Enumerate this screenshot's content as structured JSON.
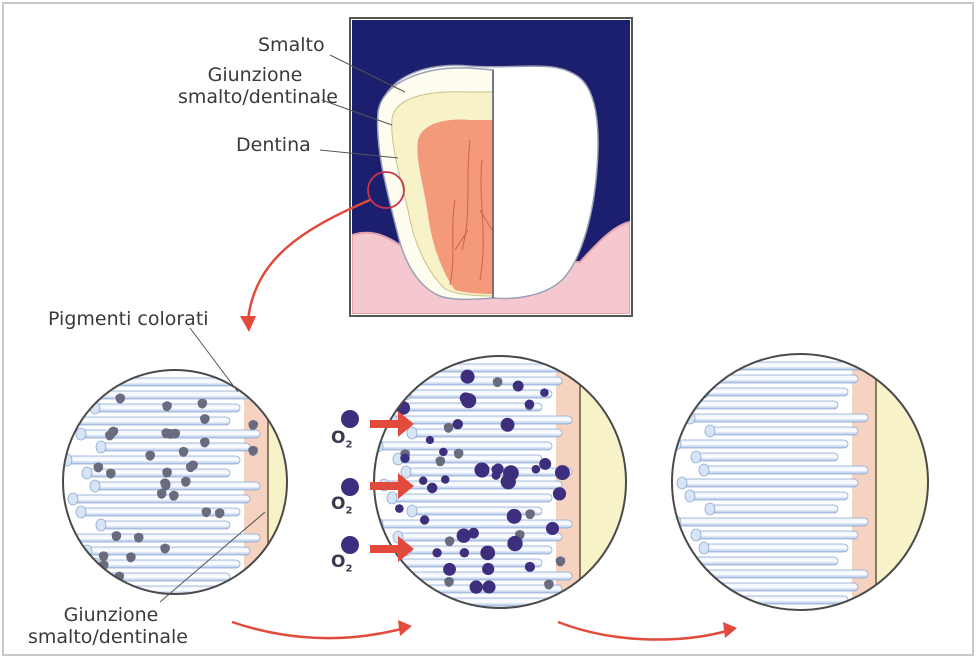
{
  "labels": {
    "smalto": "Smalto",
    "giunzione_top_1": "Giunzione",
    "giunzione_top_2": "smalto/dentinale",
    "dentina": "Dentina",
    "pigmenti": "Pigmenti colorati",
    "giunzione_bottom_1": "Giunzione",
    "giunzione_bottom_2": "smalto/dentinale"
  },
  "oxygen": {
    "symbol": "O",
    "subscript": "2"
  },
  "colors": {
    "background_navy": "#1c1e6e",
    "enamel": "#fffdf0",
    "dentin": "#f7f2c8",
    "pulp": "#f49a7a",
    "gum": "#f5c8cf",
    "tooth_white": "#ffffff",
    "junction_band": "#f6d2c0",
    "rod_blue": "#c9daf0",
    "pigment": "#6b6b80",
    "oxygen": "#3d2f7d",
    "arrow_red": "#e24a3c"
  }
}
